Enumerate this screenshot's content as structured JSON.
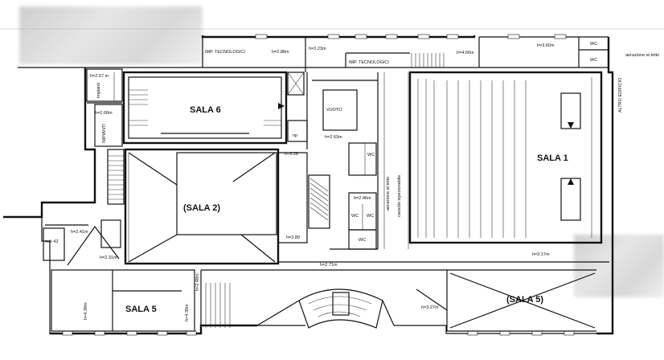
{
  "rooms": {
    "sala6": "SALA 6",
    "sala2": "(SALA 2)",
    "sala1": "SALA 1",
    "sala5_left": "SALA 5",
    "sala5_right": "(SALA 5)",
    "vuoto": "VUOTO",
    "imp_tec_1": "IMP. TECNOLOGICI",
    "imp_tec_2": "IMP. TECNOLOGICI",
    "impianti_1": "impianti",
    "impianti_2": "IMPIANTI",
    "altro_edificio": "ALTRO EDIFICIO",
    "sub42": "sub 42",
    "wc_top1": "WC",
    "wc_top2": "WC",
    "wc_mid1": "WC",
    "wc_mid2": "WC",
    "wc_mid3": "WC",
    "wc_mid4": "WC",
    "np": "np",
    "aerazione_top": "aerazione al tetto",
    "aerazione_mid": "aerazione al tetto",
    "cavedio": "cavedio ispezionabile"
  },
  "heights": {
    "h_288": "h=2.88m",
    "h_323": "h=3.23m",
    "h_466": "h=4.66m",
    "h_360": "h=3.60m",
    "h_257": "h=2.57 m",
    "h_268": "h=2.68m",
    "h_263": "h=2.63m",
    "h_328": "h=3.28",
    "h_246": "h=2.46m",
    "h_389": "h=3.89",
    "h_241": "h=2.41m",
    "h_231": "h=2.31m",
    "h_271": "h=2.71m",
    "h_317": "h=3.17m",
    "h_248": "h=2.48m",
    "h_239": "h=4.39m",
    "h_430": "h=4.30m",
    "h_327": "h=3.27m"
  }
}
